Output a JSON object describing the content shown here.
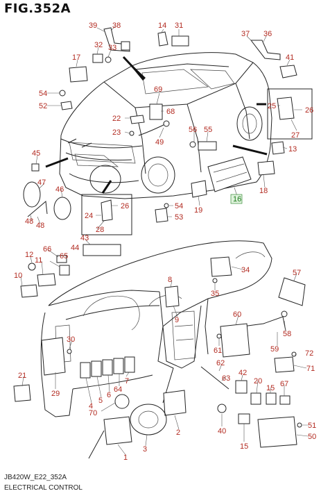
{
  "header": {
    "title": "FIG.352A"
  },
  "footer": {
    "code": "JB420W_E22_352A",
    "caption": "ELECTRICAL CONTROL"
  },
  "highlight_color": "#1a7a1a",
  "callout_color": "#b22a20",
  "callouts": [
    {
      "label": "39"
    },
    {
      "label": "38"
    },
    {
      "label": "14"
    },
    {
      "label": "31"
    },
    {
      "label": "37"
    },
    {
      "label": "36"
    },
    {
      "label": "32"
    },
    {
      "label": "33"
    },
    {
      "label": "17"
    },
    {
      "label": "41"
    },
    {
      "label": "54"
    },
    {
      "label": "52"
    },
    {
      "label": "69"
    },
    {
      "label": "68"
    },
    {
      "label": "22"
    },
    {
      "label": "23"
    },
    {
      "label": "49"
    },
    {
      "label": "25"
    },
    {
      "label": "26"
    },
    {
      "label": "27"
    },
    {
      "label": "56"
    },
    {
      "label": "55"
    },
    {
      "label": "45"
    },
    {
      "label": "13"
    },
    {
      "label": "18"
    },
    {
      "label": "47"
    },
    {
      "label": "46"
    },
    {
      "label": "26"
    },
    {
      "label": "24"
    },
    {
      "label": "54"
    },
    {
      "label": "19"
    },
    {
      "label": "16"
    },
    {
      "label": "48"
    },
    {
      "label": "48"
    },
    {
      "label": "28"
    },
    {
      "label": "53"
    },
    {
      "label": "43"
    },
    {
      "label": "44"
    },
    {
      "label": "12"
    },
    {
      "label": "66"
    },
    {
      "label": "65"
    },
    {
      "label": "11"
    },
    {
      "label": "10"
    },
    {
      "label": "34"
    },
    {
      "label": "57"
    },
    {
      "label": "8"
    },
    {
      "label": "35"
    },
    {
      "label": "9"
    },
    {
      "label": "58"
    },
    {
      "label": "60"
    },
    {
      "label": "30"
    },
    {
      "label": "61"
    },
    {
      "label": "59"
    },
    {
      "label": "72"
    },
    {
      "label": "62"
    },
    {
      "label": "71"
    },
    {
      "label": "63"
    },
    {
      "label": "42"
    },
    {
      "label": "20"
    },
    {
      "label": "15"
    },
    {
      "label": "67"
    },
    {
      "label": "29"
    },
    {
      "label": "21"
    },
    {
      "label": "64"
    },
    {
      "label": "7"
    },
    {
      "label": "6"
    },
    {
      "label": "5"
    },
    {
      "label": "4"
    },
    {
      "label": "70"
    },
    {
      "label": "2"
    },
    {
      "label": "40"
    },
    {
      "label": "51"
    },
    {
      "label": "50"
    },
    {
      "label": "15"
    },
    {
      "label": "3"
    },
    {
      "label": "1"
    }
  ],
  "highlighted_callout": "16"
}
